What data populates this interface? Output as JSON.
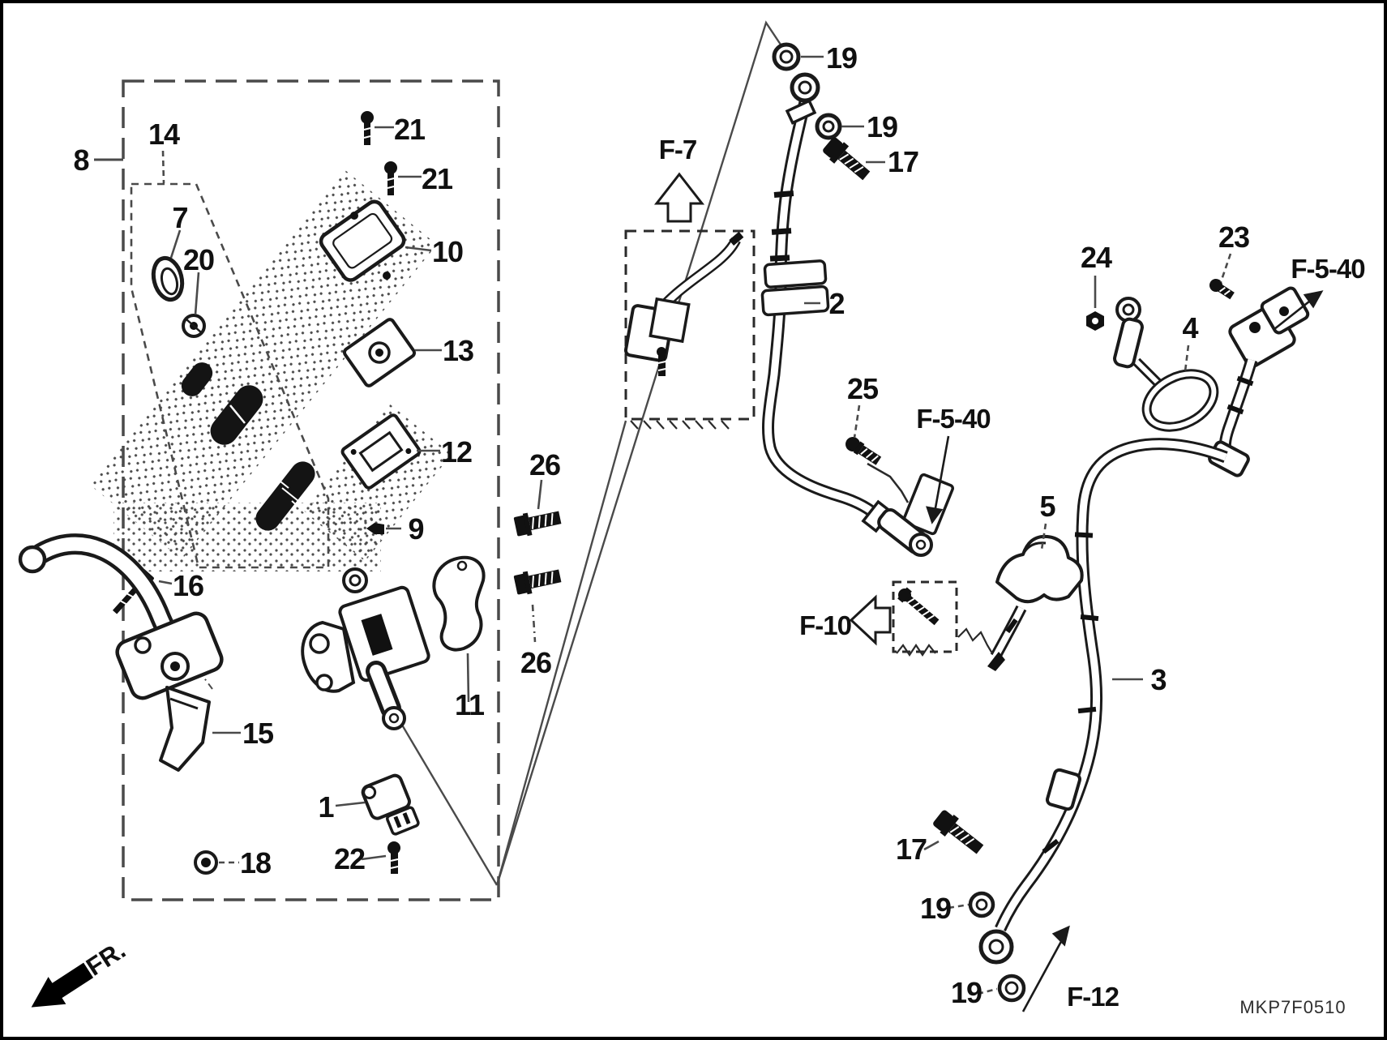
{
  "diagram": {
    "code": "MKP7F0510",
    "orientation": "FR.",
    "labels": [
      "8",
      "14",
      "7",
      "20",
      "21",
      "21",
      "10",
      "13",
      "12",
      "9",
      "26",
      "26",
      "16",
      "15",
      "18",
      "1",
      "22",
      "11",
      "19",
      "19",
      "17",
      "2",
      "25",
      "24",
      "23",
      "4",
      "5",
      "3",
      "17",
      "19",
      "19"
    ],
    "refs": [
      "F-7",
      "F-5-40",
      "F-5-40",
      "F-10",
      "F-12"
    ],
    "colors": {
      "line": "#1a1a1a",
      "dash": "#4a4a4a",
      "paper": "#ffffff"
    }
  }
}
